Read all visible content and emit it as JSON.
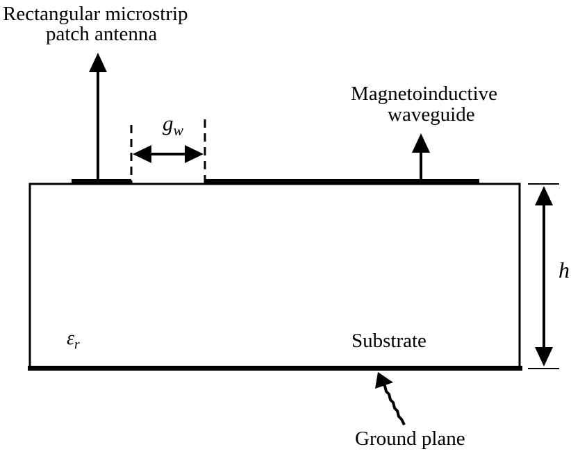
{
  "labels": {
    "antenna_line1": "Rectangular microstrip",
    "antenna_line2": "patch antenna",
    "gap_symbol": "g",
    "gap_subscript": "w",
    "waveguide_line1": "Magnetoinductive",
    "waveguide_line2": "waveguide",
    "height_symbol": "h",
    "permittivity_symbol": "ε",
    "permittivity_subscript": "r",
    "substrate": "Substrate",
    "ground_plane": "Ground plane"
  },
  "colors": {
    "ink": "#000000",
    "background": "#ffffff"
  }
}
